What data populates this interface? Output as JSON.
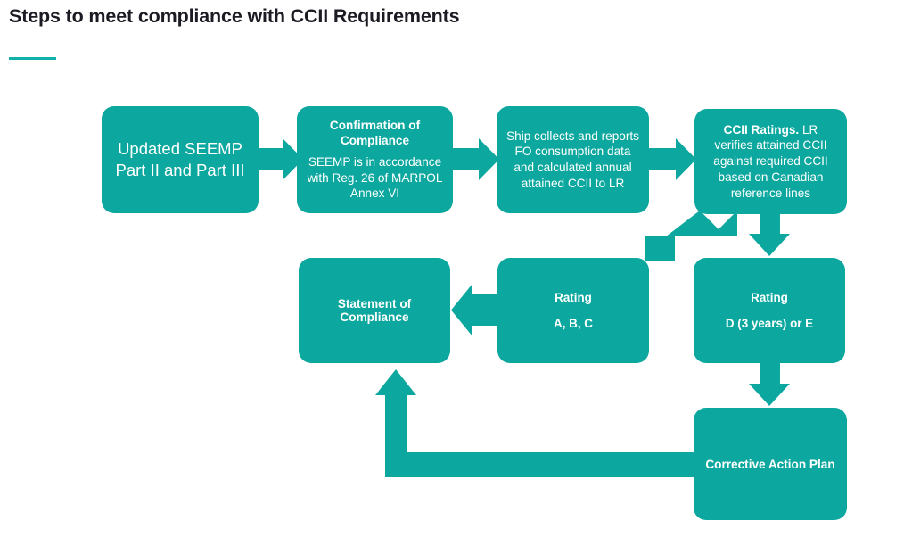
{
  "header": {
    "title": "Steps to meet compliance with CCII Requirements",
    "accent_color": "#11b0ab"
  },
  "theme": {
    "node_fill": "#0ca79e",
    "node_text": "#ffffff",
    "title_text": "#1b1b24",
    "background": "#ffffff"
  },
  "diagram": {
    "type": "flowchart",
    "nodes": [
      {
        "id": "seemp",
        "line1": "Updated SEEMP",
        "line2": "Part II and Part III"
      },
      {
        "id": "confirmation",
        "heading": "Confirmation of Compliance",
        "body": "SEEMP is in accordance with Reg. 26 of MARPOL Annex VI"
      },
      {
        "id": "ship-data",
        "body": "Ship collects and reports FO consumption data and calculated annual attained CCII to LR"
      },
      {
        "id": "ccii-ratings",
        "bold_lead": "CCII Ratings.",
        "body": " LR verifies attained CCII against required CCII based on Canadian reference lines"
      },
      {
        "id": "statement",
        "line1": "Statement of",
        "line2": "Compliance"
      },
      {
        "id": "rating-abc",
        "line1": "Rating",
        "line2": "A, B, C"
      },
      {
        "id": "rating-de",
        "line1": "Rating",
        "line2": "D (3 years) or E"
      },
      {
        "id": "corrective-action-plan",
        "label": "Corrective Action Plan"
      }
    ],
    "edges": [
      {
        "from": "seemp",
        "to": "confirmation",
        "direction": "right"
      },
      {
        "from": "confirmation",
        "to": "ship-data",
        "direction": "right"
      },
      {
        "from": "ship-data",
        "to": "ccii-ratings",
        "direction": "right"
      },
      {
        "from": "ccii-ratings",
        "to": "rating-abc",
        "direction": "down-left-diagonal"
      },
      {
        "from": "ccii-ratings",
        "to": "rating-de",
        "direction": "down"
      },
      {
        "from": "rating-abc",
        "to": "statement",
        "direction": "left"
      },
      {
        "from": "rating-de",
        "to": "corrective-action-plan",
        "direction": "down"
      },
      {
        "from": "corrective-action-plan",
        "to": "statement",
        "direction": "left-then-up"
      }
    ]
  }
}
